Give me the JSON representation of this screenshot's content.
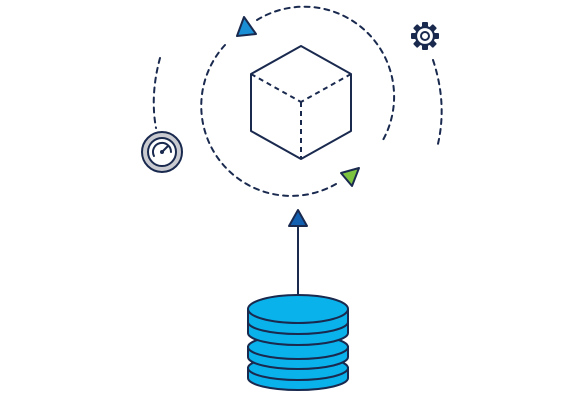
{
  "diagram": {
    "nodes": [
      {
        "id": "cube",
        "icon": "cube-icon"
      },
      {
        "id": "database",
        "icon": "database-icon"
      },
      {
        "id": "speedometer",
        "icon": "speedometer-icon"
      },
      {
        "id": "settings",
        "icon": "gear-icon"
      }
    ],
    "edges": [
      {
        "from": "database",
        "to": "cube",
        "style": "solid-arrow"
      }
    ],
    "cycle": {
      "around": "cube",
      "style": "dashed",
      "arrow_count": 2
    }
  },
  "colors": {
    "outline": "#1a2a4f",
    "database_fill": "#0ab2ec",
    "arrow_blue": "#1b8fd6",
    "arrow_green": "#7cc440",
    "arrow_navy": "#1360b1",
    "gauge_fill": "#c9cbd1",
    "background": "#ffffff"
  }
}
